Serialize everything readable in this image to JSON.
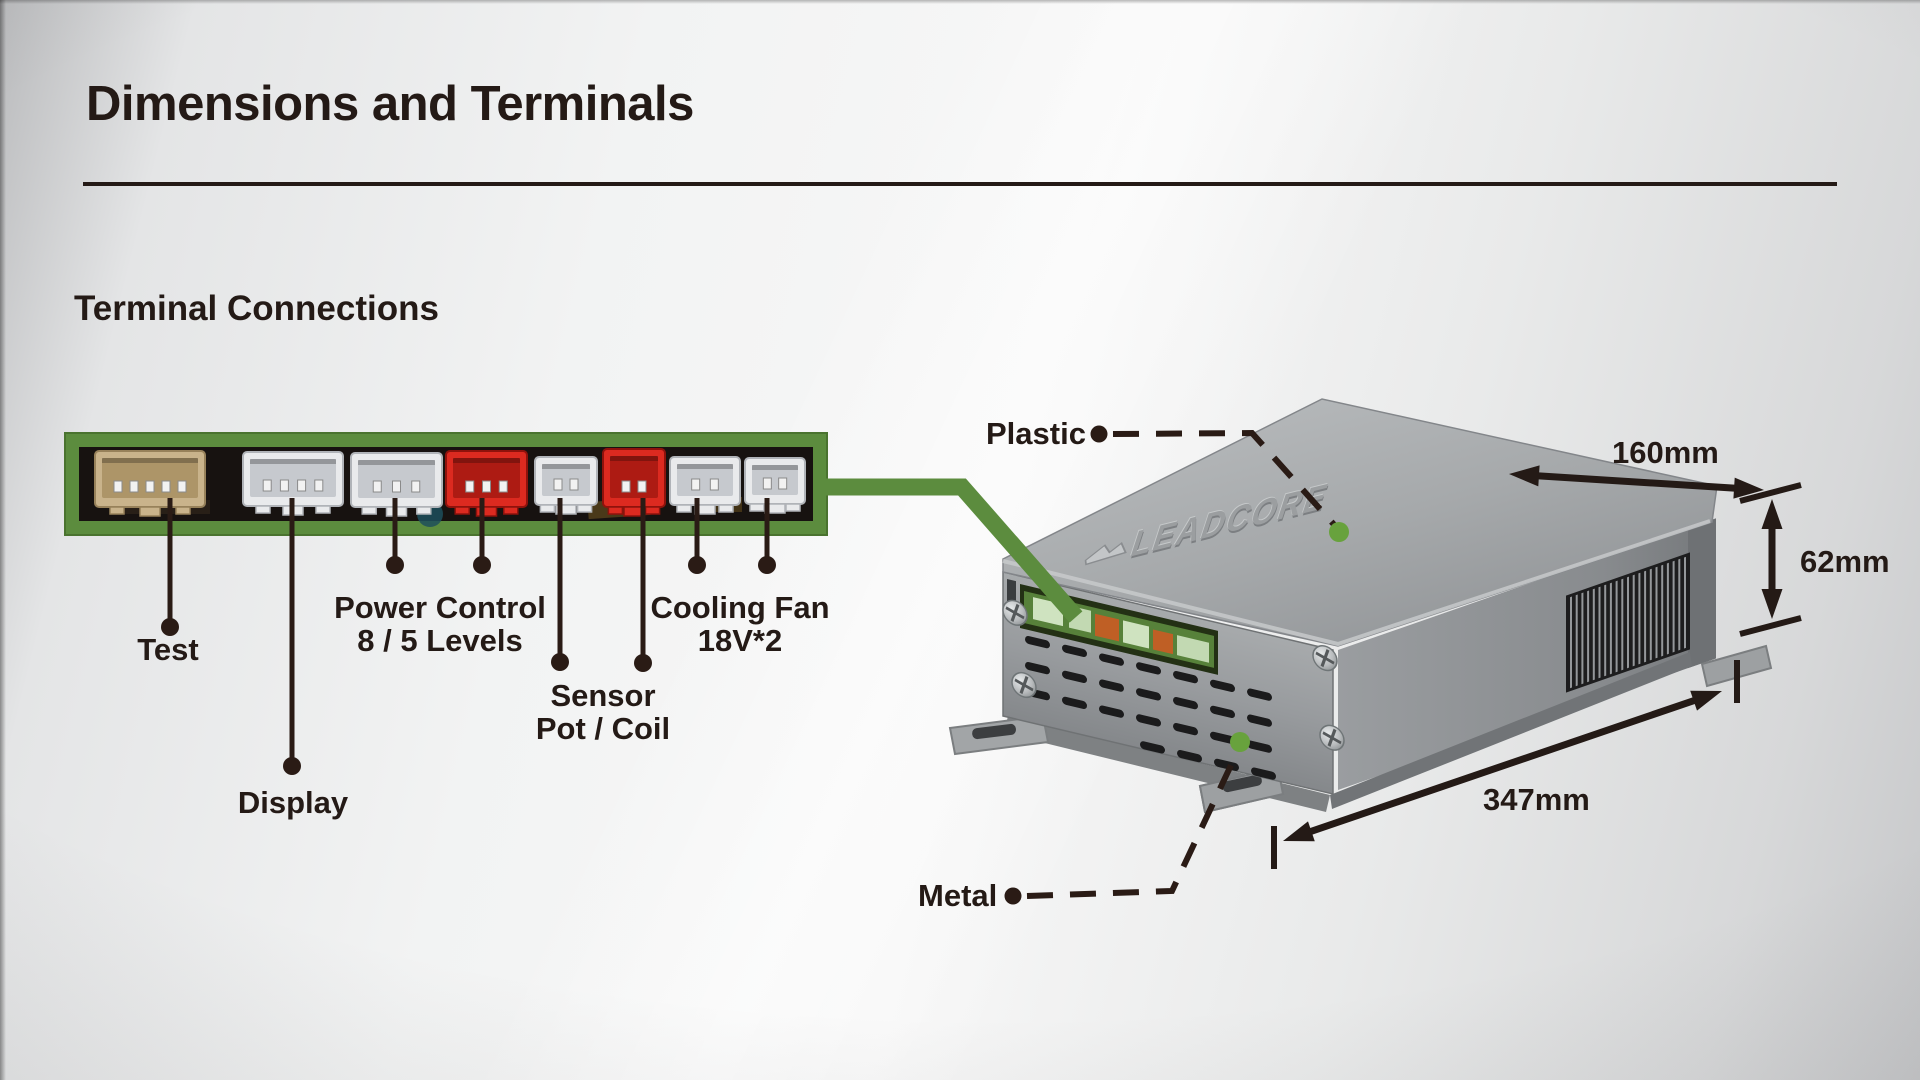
{
  "page": {
    "title": "Dimensions and Terminals"
  },
  "terminal_section": {
    "heading": "Terminal Connections",
    "callouts": [
      {
        "id": "test",
        "label_lines": [
          "Test"
        ]
      },
      {
        "id": "display",
        "label_lines": [
          "Display"
        ]
      },
      {
        "id": "power",
        "label_lines": [
          "Power Control",
          "8 / 5 Levels"
        ]
      },
      {
        "id": "sensor",
        "label_lines": [
          "Sensor",
          "Pot / Coil"
        ]
      },
      {
        "id": "cooling",
        "label_lines": [
          "Cooling Fan",
          "18V*2"
        ]
      }
    ],
    "connectors": [
      {
        "name": "test-connector",
        "color": "tan",
        "pins": 5
      },
      {
        "name": "display-connector",
        "color": "white",
        "pins": 4
      },
      {
        "name": "power-connector-1",
        "color": "white",
        "pins": 3
      },
      {
        "name": "power-connector-2",
        "color": "red",
        "pins": 3
      },
      {
        "name": "sensor-connector-1",
        "color": "white",
        "pins": 2
      },
      {
        "name": "sensor-connector-2",
        "color": "red",
        "pins": 2
      },
      {
        "name": "cooling-connector-1",
        "color": "white",
        "pins": 2
      },
      {
        "name": "cooling-connector-2",
        "color": "white",
        "pins": 2
      }
    ]
  },
  "device": {
    "brand": "LEADCORE",
    "material_callouts": {
      "top": "Plastic",
      "bottom": "Metal"
    },
    "dimensions": {
      "width": "160mm",
      "height": "62mm",
      "length": "347mm"
    }
  },
  "colors": {
    "ink": "#2a1b15",
    "accent_green": "#5c8c3e",
    "marker_green": "#68a23d",
    "connector_red": "#dc2a20"
  }
}
